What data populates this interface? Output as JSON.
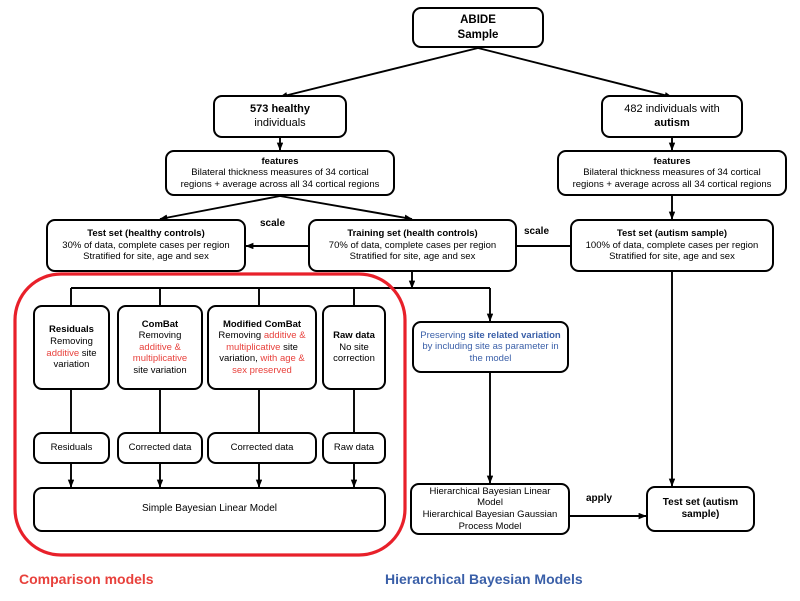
{
  "diagram": {
    "title": "ABIDE analysis pipeline flowchart",
    "colors": {
      "red": "#e8413c",
      "blue": "#3a5fa8",
      "black": "#000000",
      "oval_red": "#e8202a"
    },
    "nodes": {
      "abide": {
        "line1": "ABIDE",
        "line2": "Sample"
      },
      "healthy": {
        "count": "573 healthy",
        "line2": "individuals"
      },
      "autism": {
        "count": "482 individuals with",
        "line2": "autism"
      },
      "features_left": {
        "title": "features",
        "line1": "Bilateral thickness measures of 34 cortical",
        "line2": "regions + average across all 34 cortical regions"
      },
      "features_right": {
        "title": "features",
        "line1": "Bilateral thickness measures of 34 cortical",
        "line2": "regions + average across all 34 cortical regions"
      },
      "test_healthy": {
        "title": "Test set (healthy controls)",
        "line1": "30% of data, complete cases per region",
        "line2": "Stratified for site, age and sex"
      },
      "training": {
        "title": "Training set (health controls)",
        "line1": "70% of data, complete cases per region",
        "line2": "Stratified for site, age and sex"
      },
      "test_autism": {
        "title": "Test set (autism sample)",
        "line1": "100% of data, complete cases per region",
        "line2": "Stratified for site, age and sex"
      },
      "residuals_method": {
        "title": "Residuals",
        "l1": "Removing",
        "l2_red": "additive",
        "l2_rest": " site",
        "l3": "variation"
      },
      "combat_method": {
        "title": "ComBat",
        "l1": "Removing",
        "l2_red": "additive  &",
        "l3_red": "multiplicative",
        "l4": "site variation"
      },
      "modified_combat_method": {
        "title": "Modified ComBat",
        "l1_pre": "Removing ",
        "l1_red": "additive &",
        "l2_red": "multiplicative",
        "l2_post": " site",
        "l3_pre": "variation, ",
        "l3_red": "with age &",
        "l4_red": "sex preserved"
      },
      "raw_method": {
        "title": "Raw  data",
        "l1": "No site",
        "l2": "correction"
      },
      "preserve_site": {
        "pre": "Preserving ",
        "bold": "site related variation",
        "post": "by including site as parameter in the model"
      },
      "residuals_out": {
        "label": "Residuals"
      },
      "corrected_out_1": {
        "label": "Corrected data"
      },
      "corrected_out_2": {
        "label": "Corrected data"
      },
      "raw_out": {
        "label": "Raw data"
      },
      "simple_bayes": {
        "label": "Simple Bayesian Linear Model"
      },
      "hierarchical_models": {
        "line1": "Hierarchical Bayesian Linear Model",
        "line2": "Hierarchical Bayesian Gaussian",
        "line3": "Process Model"
      },
      "test_autism_final": {
        "line1": "Test set (autism",
        "line2": "sample)"
      }
    },
    "edge_labels": {
      "scale_left": "scale",
      "scale_right": "scale",
      "apply": "apply"
    },
    "captions": {
      "comparison_models": "Comparison models",
      "hierarchical_bayesian_models": "Hierarchical Bayesian Models"
    }
  }
}
